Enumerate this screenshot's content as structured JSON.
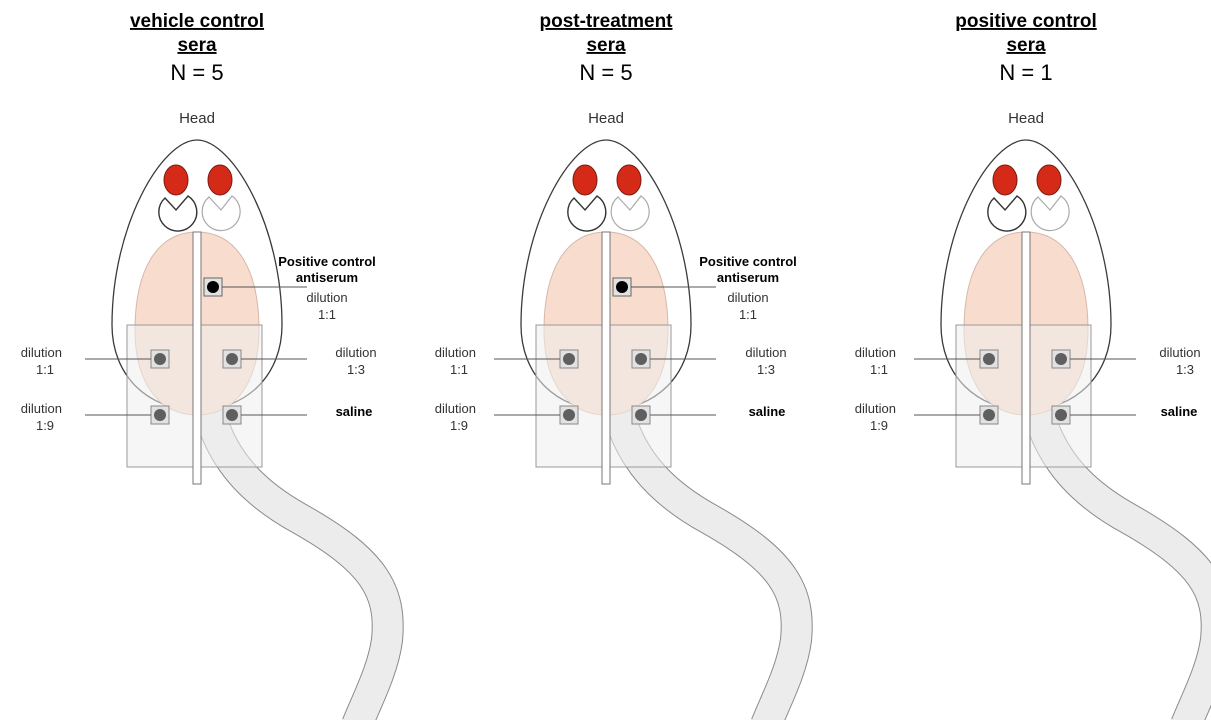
{
  "panels": [
    {
      "title_line1": "vehicle control",
      "title_line2": "sera",
      "n_label": "N = 5",
      "head_label": "Head",
      "show_pc_site": true,
      "pc_line1": "Positive control",
      "pc_line2": "antiserum",
      "pc_line3": "dilution",
      "pc_line4": "1:1",
      "left_top_1": "dilution",
      "left_top_2": "1:1",
      "left_bot_1": "dilution",
      "left_bot_2": "1:9",
      "right_top_1": "dilution",
      "right_top_2": "1:3",
      "right_bot": "saline"
    },
    {
      "title_line1": "post-treatment",
      "title_line2": "sera",
      "n_label": "N = 5",
      "head_label": "Head",
      "show_pc_site": true,
      "pc_line1": "Positive control",
      "pc_line2": "antiserum",
      "pc_line3": "dilution",
      "pc_line4": "1:1",
      "left_top_1": "dilution",
      "left_top_2": "1:1",
      "left_bot_1": "dilution",
      "left_bot_2": "1:9",
      "right_top_1": "dilution",
      "right_top_2": "1:3",
      "right_bot": "saline"
    },
    {
      "title_line1": "positive control",
      "title_line2": "sera",
      "n_label": "N = 1",
      "head_label": "Head",
      "show_pc_site": false,
      "pc_line1": "",
      "pc_line2": "",
      "pc_line3": "",
      "pc_line4": "",
      "left_top_1": "dilution",
      "left_top_2": "1:1",
      "left_bot_1": "dilution",
      "left_bot_2": "1:9",
      "right_top_1": "dilution",
      "right_top_2": "1:3",
      "right_bot": "saline"
    }
  ],
  "colors": {
    "eye": "#d42a17",
    "skin_patch": "#f8dccd",
    "injection_dot": "#5f5f5f",
    "tail": "#ececec"
  }
}
